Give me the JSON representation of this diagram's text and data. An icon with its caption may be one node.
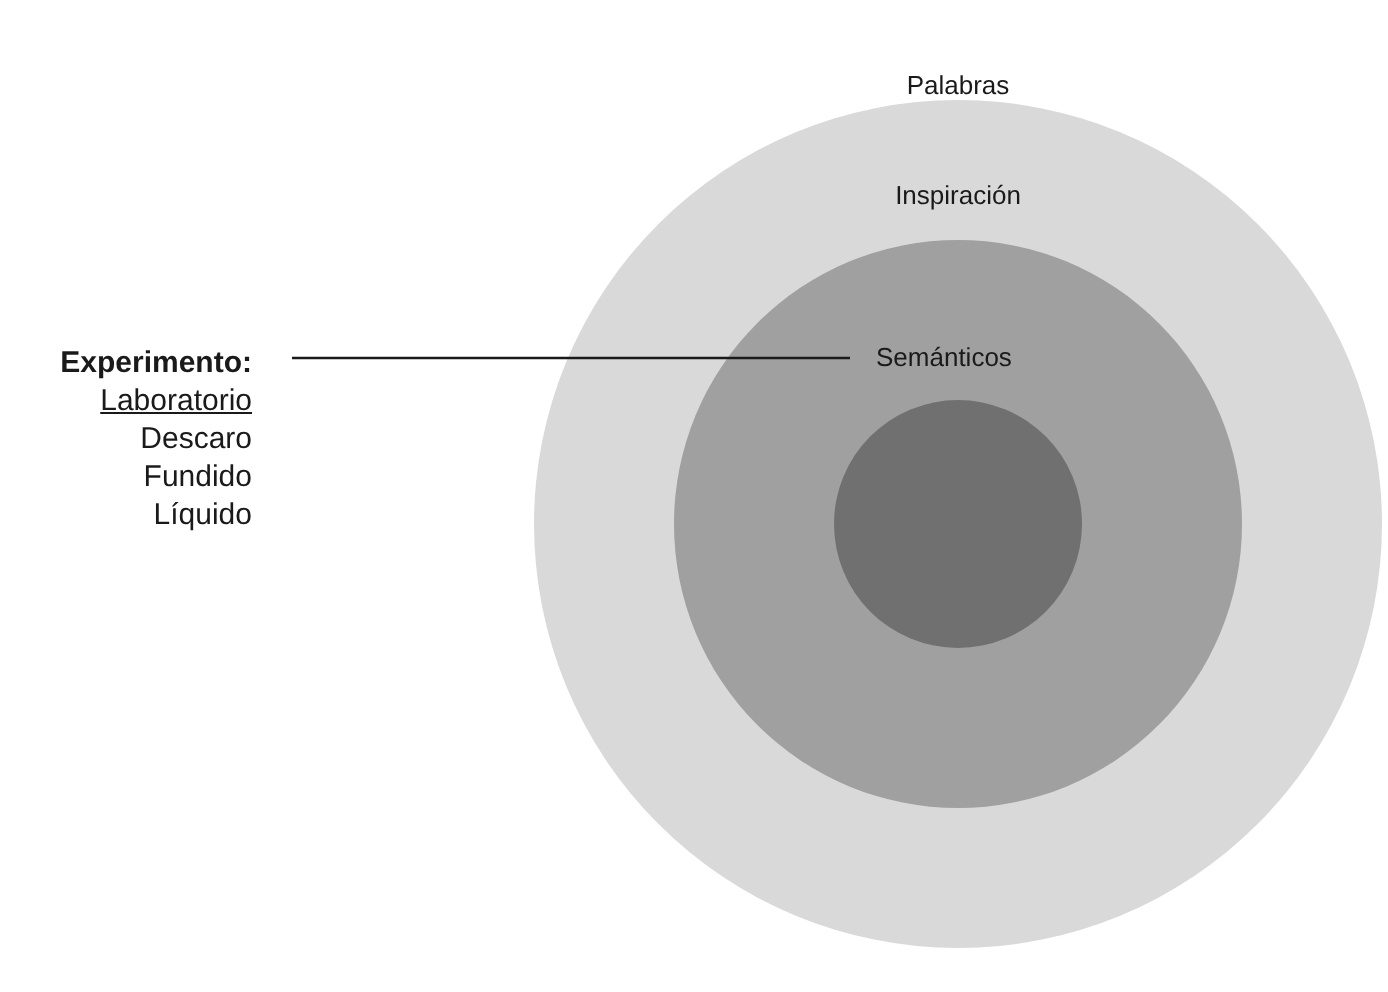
{
  "diagram": {
    "title": "Palabras",
    "nodes": [
      {
        "text": [
          "Inspiración"
        ]
      },
      {
        "text": [
          "Semánticos"
        ],
        "in": 0
      },
      {
        "text": [],
        "shape": "circle",
        "in": 1
      },
      {
        "text": [
          "Experimento:",
          "Laboratorio",
          "Descaro",
          "Fundido",
          "Líquido"
        ]
      }
    ],
    "edges": [
      {
        "from": 3,
        "to": 1,
        "arrow": "none"
      }
    ]
  }
}
